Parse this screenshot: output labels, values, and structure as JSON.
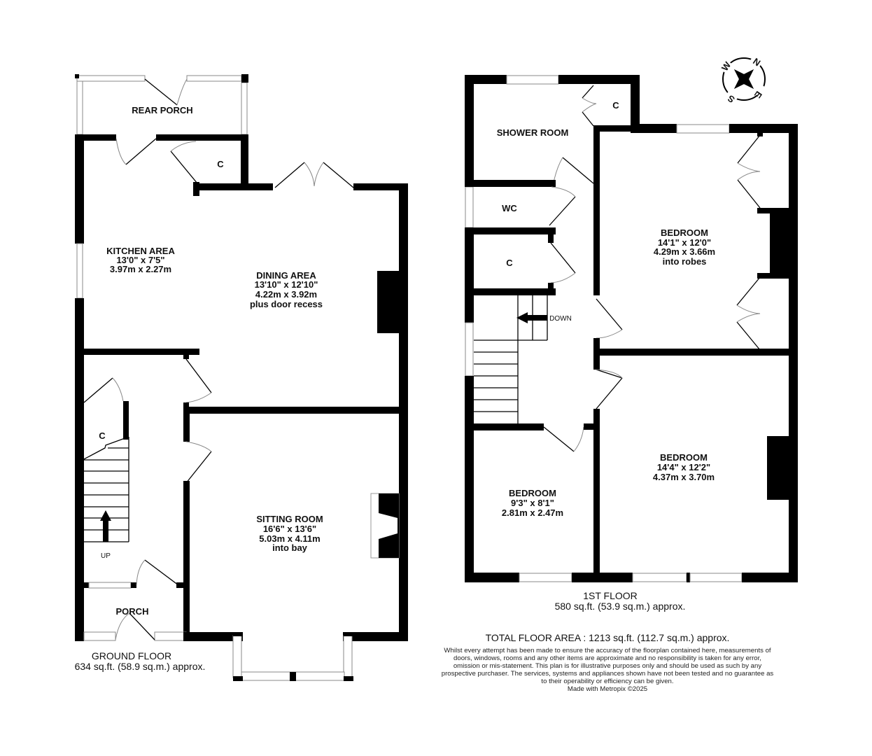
{
  "ground_floor": {
    "title": "GROUND FLOOR",
    "area": "634 sq.ft. (58.9 sq.m.) approx.",
    "rooms": {
      "rear_porch": {
        "name": "REAR PORCH"
      },
      "cupboard_kitchen": {
        "name": "C"
      },
      "kitchen": {
        "name": "KITCHEN AREA",
        "imperial": "13'0\"  x 7'5\"",
        "metric": "3.97m  x 2.27m"
      },
      "dining": {
        "name": "DINING AREA",
        "imperial": "13'10\"  x 12'10\"",
        "metric": "4.22m  x 3.92m",
        "note": "plus door recess"
      },
      "cupboard_stairs": {
        "name": "C"
      },
      "sitting": {
        "name": "SITTING ROOM",
        "imperial": "16'6\"  x 13'6\"",
        "metric": "5.03m  x 4.11m",
        "note": "into bay"
      },
      "porch": {
        "name": "PORCH"
      }
    },
    "stairs_label": "UP"
  },
  "first_floor": {
    "title": "1ST FLOOR",
    "area": "580 sq.ft. (53.9 sq.m.) approx.",
    "rooms": {
      "shower": {
        "name": "SHOWER ROOM"
      },
      "cupboard_shower": {
        "name": "C"
      },
      "wc": {
        "name": "WC"
      },
      "cupboard_landing": {
        "name": "C"
      },
      "bedroom1": {
        "name": "BEDROOM",
        "imperial": "14'1\"  x 12'0\"",
        "metric": "4.29m  x 3.66m",
        "note": "into robes"
      },
      "bedroom2": {
        "name": "BEDROOM",
        "imperial": "14'4\"  x 12'2\"",
        "metric": "4.37m  x 3.70m"
      },
      "bedroom3": {
        "name": "BEDROOM",
        "imperial": "9'3\"  x 8'1\"",
        "metric": "2.81m  x 2.47m"
      }
    },
    "stairs_label": "DOWN"
  },
  "compass": {
    "icon": "compass-rose-icon",
    "n": "N",
    "e": "E",
    "s": "S",
    "w": "W"
  },
  "total": "TOTAL FLOOR AREA : 1213 sq.ft. (112.7 sq.m.) approx.",
  "disclaimer": "Whilst every attempt has been made to ensure the accuracy of the floorplan contained here, measurements of doors, windows, rooms and any other items are approximate and no responsibility is taken for any error, omission or mis-statement. This plan is for illustrative purposes only and should be used as such by any prospective purchaser. The services, systems and appliances shown have not been tested and no guarantee as to their operability or efficiency can be given.",
  "credit": "Made with Metropix ©2025"
}
